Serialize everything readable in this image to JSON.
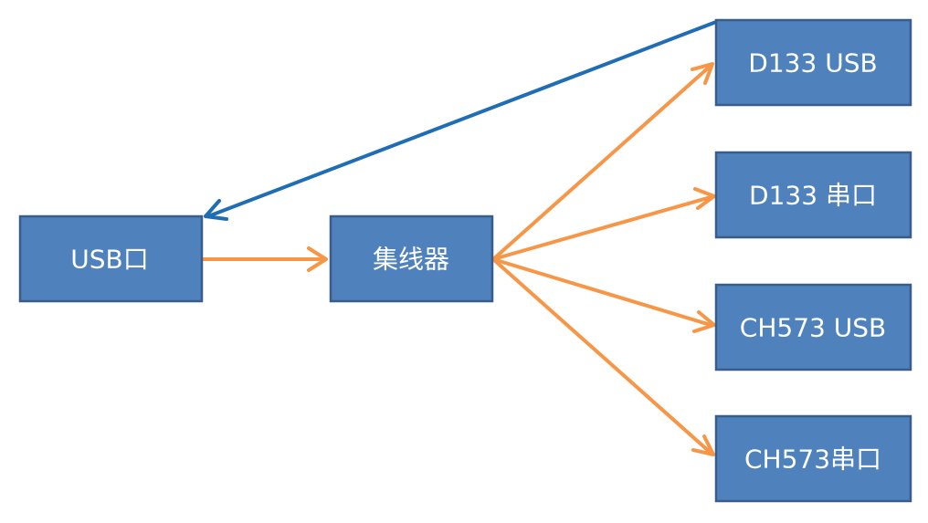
{
  "colors": {
    "node_fill": "#4F81BD",
    "node_border": "#385D8A",
    "node_text": "#FFFFFF",
    "edge_orange": "#F79646",
    "edge_blue": "#1F6DB5"
  },
  "nodes": {
    "usb_port": {
      "label": "USB口"
    },
    "hub": {
      "label": "集线器"
    },
    "d133_usb": {
      "label": "D133 USB"
    },
    "d133_serial": {
      "label": "D133 串口"
    },
    "ch573_usb": {
      "label": "CH573 USB"
    },
    "ch573_serial": {
      "label": "CH573串口"
    }
  },
  "edges": [
    {
      "from": "usb_port",
      "to": "hub",
      "color": "edge_orange"
    },
    {
      "from": "hub",
      "to": "d133_usb",
      "color": "edge_orange"
    },
    {
      "from": "hub",
      "to": "d133_serial",
      "color": "edge_orange"
    },
    {
      "from": "hub",
      "to": "ch573_usb",
      "color": "edge_orange"
    },
    {
      "from": "hub",
      "to": "ch573_serial",
      "color": "edge_orange"
    },
    {
      "from": "d133_usb",
      "to": "usb_port",
      "color": "edge_blue"
    }
  ]
}
